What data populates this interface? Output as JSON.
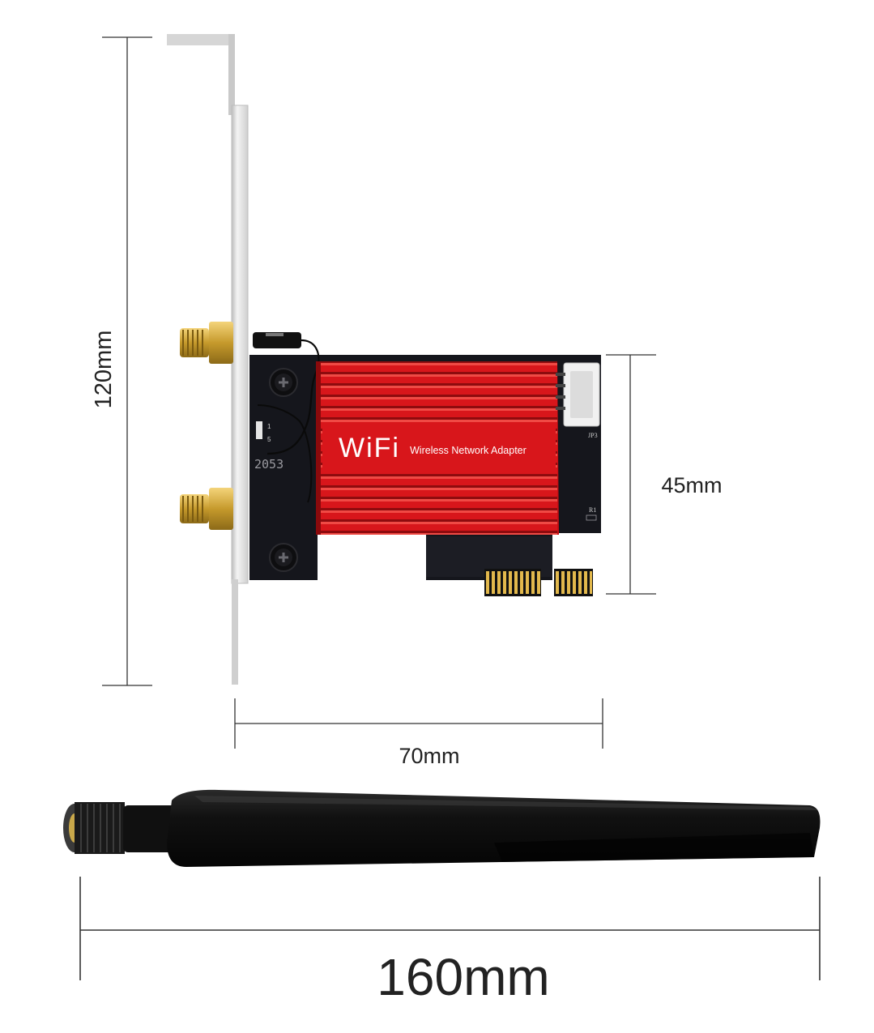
{
  "dimensions": {
    "height_label": "120mm",
    "board_height_label": "45mm",
    "board_width_label": "70mm",
    "antenna_length_label": "160mm"
  },
  "card": {
    "brand": "WiFi",
    "subtitle": "Wireless Network Adapter",
    "connector_label": "JP3",
    "resistor_label": "R1",
    "chip_marking": "2053",
    "switch_marks": [
      "1",
      "5"
    ]
  },
  "colors": {
    "heatsink": "#d8161b",
    "heatsink_dark": "#a50d10",
    "pcb": "#15161c",
    "gold": "#d9b24a",
    "bracket": "#e9e9e9",
    "antenna": "#0c0c0c",
    "dimension_line": "#333333"
  },
  "icons": [
    "screw-icon",
    "sma-connector-icon",
    "fan-header-icon"
  ]
}
